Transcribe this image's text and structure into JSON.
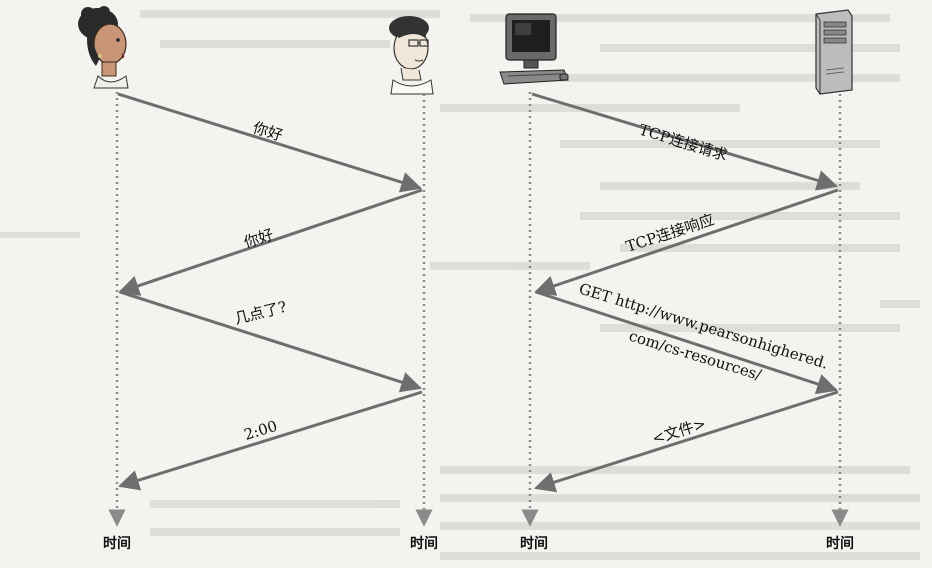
{
  "left_protocol": {
    "messages": [
      {
        "label": "你好"
      },
      {
        "label": "你好"
      },
      {
        "label": "几点了?"
      },
      {
        "label": "2:00"
      }
    ]
  },
  "right_protocol": {
    "messages": [
      {
        "label": "TCP连接请求"
      },
      {
        "label": "TCP连接响应"
      },
      {
        "label_line1": "GET http://www.pearsonhighered.",
        "label_line2": "com/cs-resources/"
      },
      {
        "label": "<文件>"
      }
    ]
  },
  "timelines": {
    "time_label": "时间"
  },
  "icons": [
    "woman-icon",
    "man-icon",
    "computer-icon",
    "server-icon"
  ],
  "colors": {
    "arrow": "#6e6e6e",
    "timeline": "#8a8a8a",
    "background": "#f4f3ef"
  }
}
